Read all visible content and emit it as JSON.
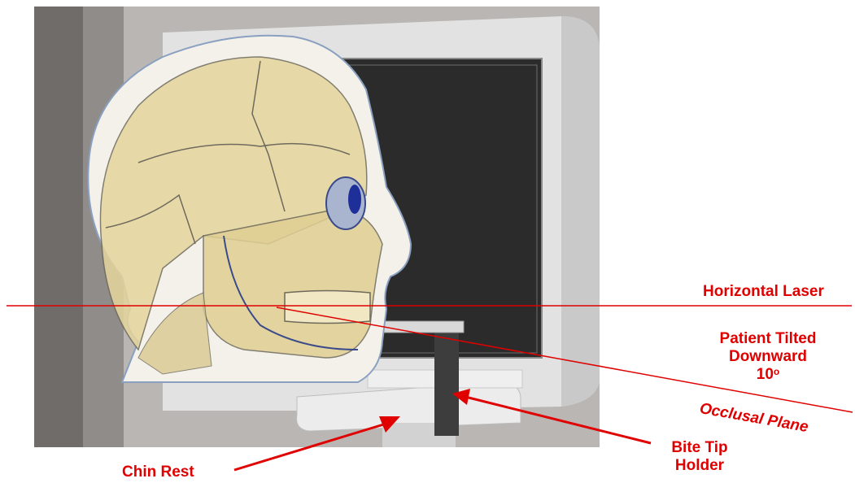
{
  "labels": {
    "horizontal_laser": "Horizontal Laser",
    "patient_tilted_line1": "Patient Tilted",
    "patient_tilted_line2": "Downward",
    "patient_tilted_angle": "10",
    "patient_tilted_degree": "o",
    "occlusal_plane": "Occlusal Plane",
    "bite_tip_line1": "Bite Tip",
    "bite_tip_line2": "Holder",
    "chin_rest": "Chin Rest"
  },
  "colors": {
    "annotation": "#e00000",
    "skull_overlay": "#e8d9a0",
    "detector_panel": "#2a2a2a",
    "device_housing": "#d8d8d8"
  },
  "tilt_angle_degrees": 10
}
